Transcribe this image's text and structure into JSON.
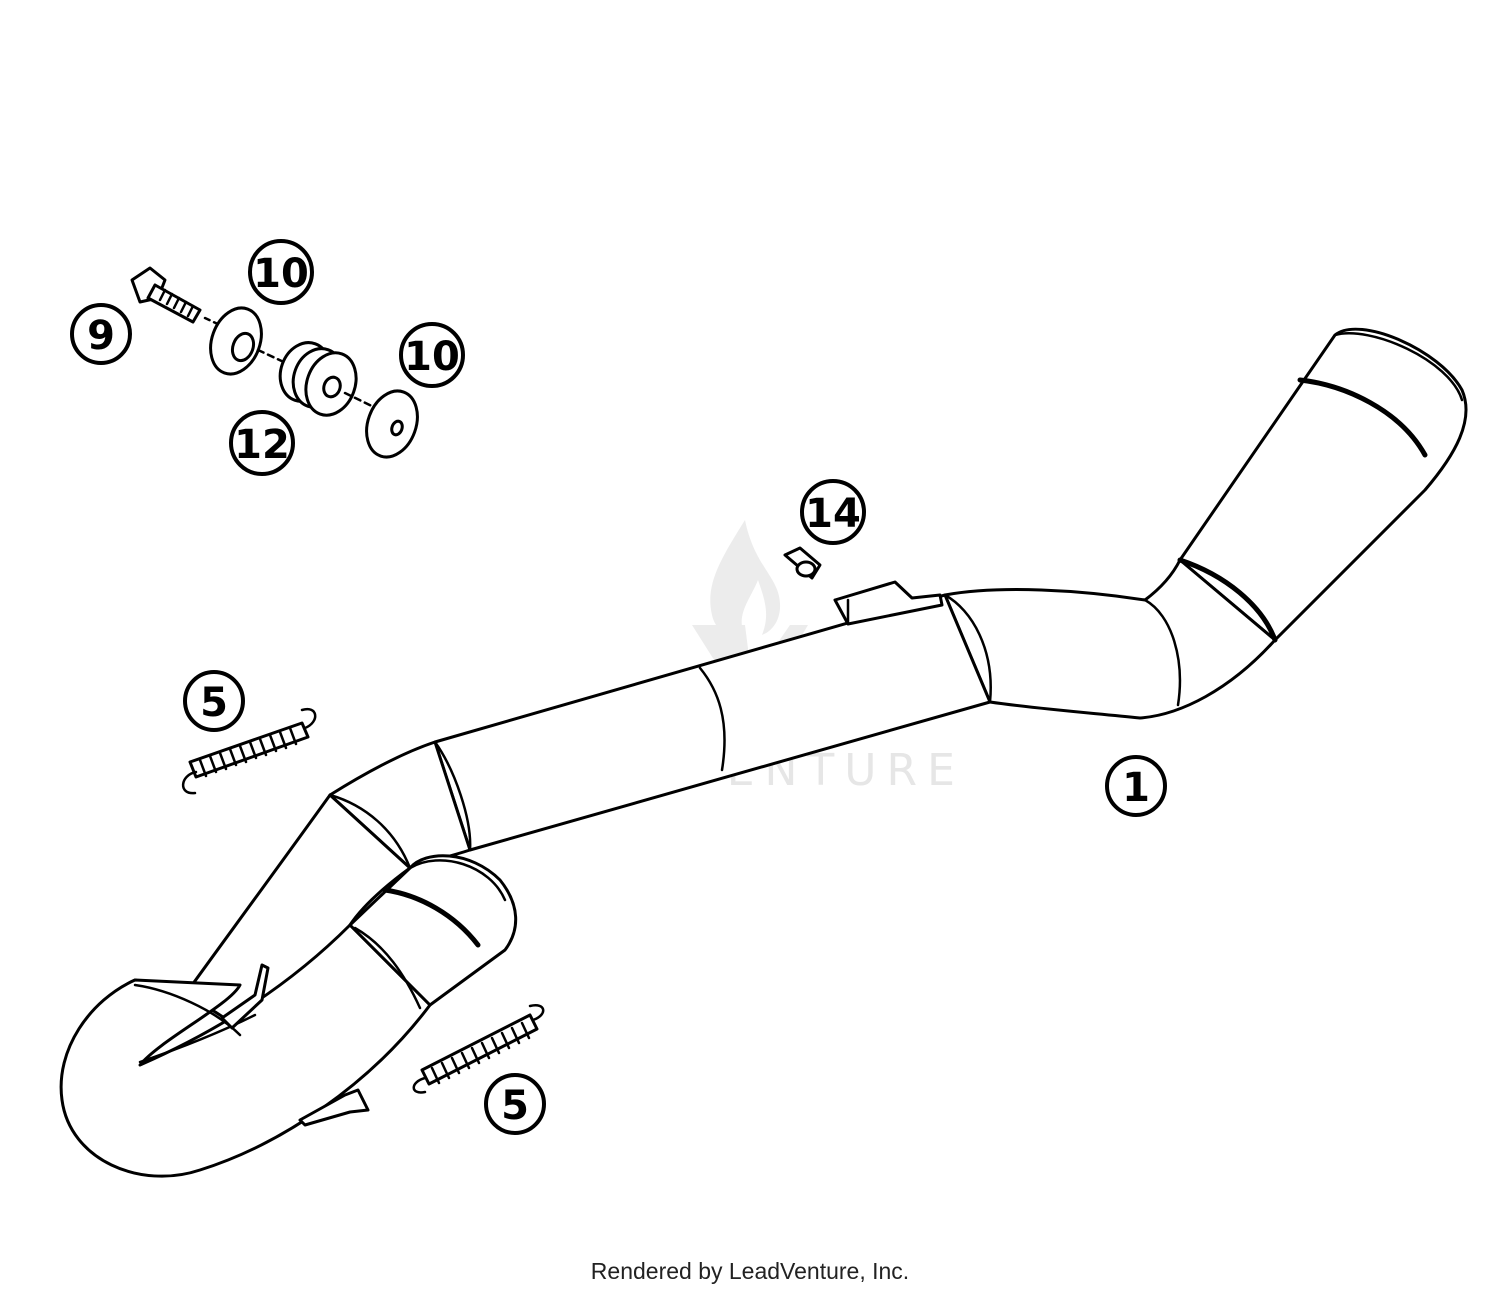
{
  "watermark": {
    "text": "LEADVENTURE",
    "color": "#e6e6e6"
  },
  "callouts": {
    "c9": "9",
    "c10a": "10",
    "c10b": "10",
    "c12": "12",
    "c14": "14",
    "c5a": "5",
    "c5b": "5",
    "c1": "1"
  },
  "parts": [
    {
      "ref": "1",
      "name": "exhaust-header-pipe"
    },
    {
      "ref": "5",
      "name": "tension-spring"
    },
    {
      "ref": "9",
      "name": "bolt"
    },
    {
      "ref": "10",
      "name": "washer"
    },
    {
      "ref": "12",
      "name": "rubber-grommet"
    },
    {
      "ref": "14",
      "name": "plug-nut"
    }
  ],
  "footer": {
    "text": "Rendered by LeadVenture, Inc."
  }
}
